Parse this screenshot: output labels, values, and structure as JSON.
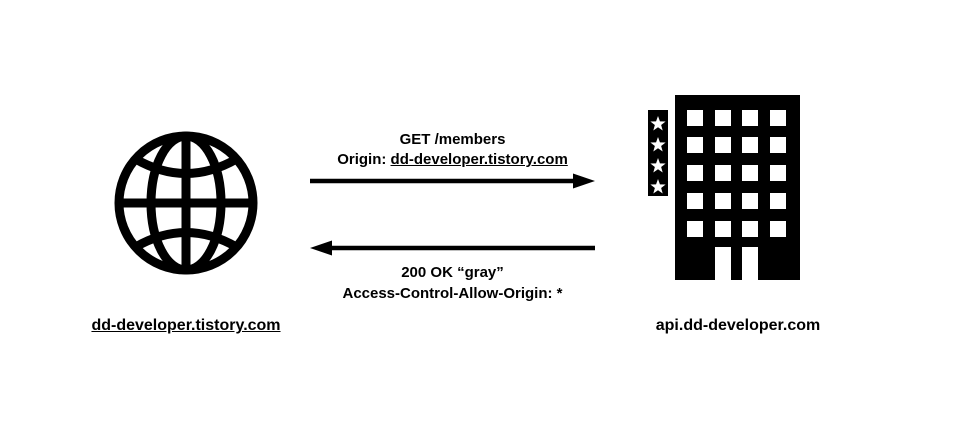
{
  "diagram": {
    "title_hint": "CORS request flow",
    "client": {
      "icon": "globe-icon",
      "domain": "dd-developer.tistory.com"
    },
    "server": {
      "icon": "office-building-icon",
      "domain": "api.dd-developer.com"
    },
    "request": {
      "direction": "left-to-right",
      "method_line": "GET /members",
      "origin_label": "Origin: ",
      "origin_value": "dd-developer.tistory.com"
    },
    "response": {
      "direction": "right-to-left",
      "status_line": "200 OK “gray”",
      "header_line": "Access-Control-Allow-Origin: *"
    },
    "colors": {
      "ink": "#000000",
      "background": "#ffffff"
    }
  }
}
